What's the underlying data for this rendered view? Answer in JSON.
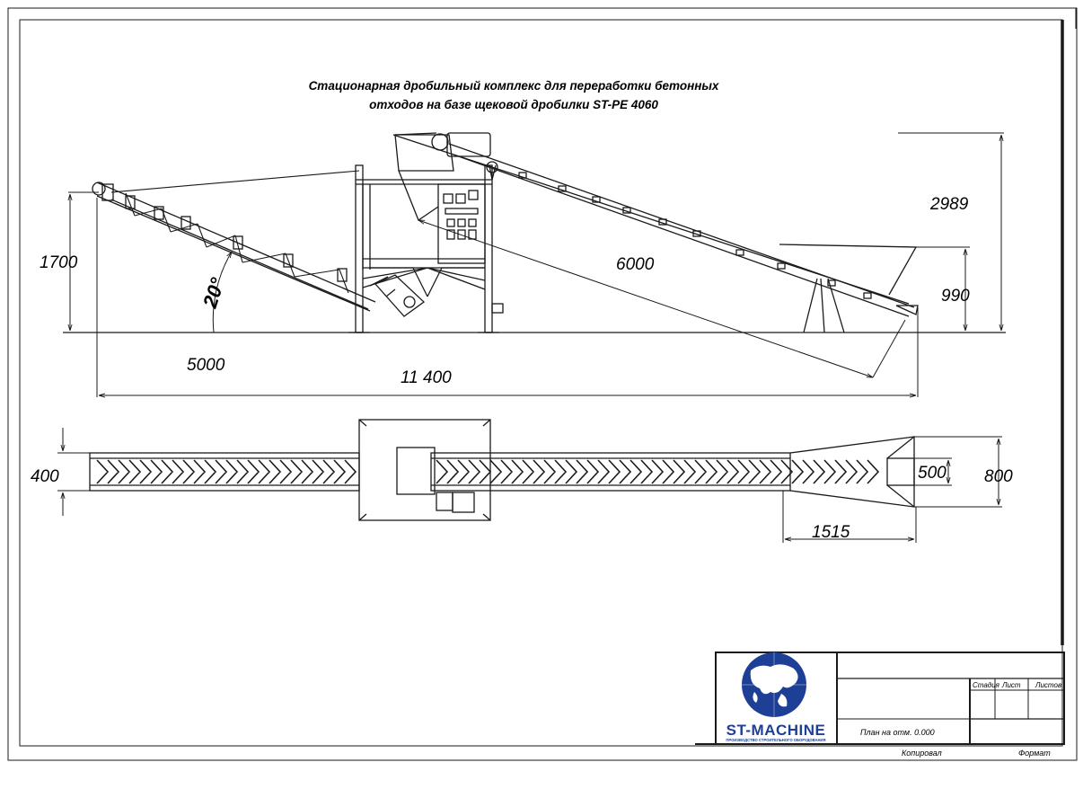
{
  "title": {
    "line1": "Стационарная дробильный комплекс для переработки бетонных",
    "line2": "отходов на базе щековой  дробилки ST-PE 4060"
  },
  "dimensions": {
    "feed_conveyor_height": "1700",
    "conveyor_angle": "20°",
    "feed_conveyor_length": "5000",
    "total_length": "11 400",
    "main_conveyor_length": "6000",
    "total_height": "2989",
    "hopper_height": "990",
    "belt_width": "400",
    "hopper_inner_width": "500",
    "hopper_outer_width": "800",
    "hopper_length": "1515"
  },
  "title_block": {
    "logo_name": "ST-MACHINE",
    "logo_tagline": "ПРОИЗВОДСТВО СТРОИТЕЛЬНОГО ОБОРУДОВАНИЯ",
    "sheet_title": "План на отм. 0.000",
    "col_stage": "Стадия",
    "col_sheet": "Лист",
    "col_sheets": "Листов",
    "copied_label": "Копировал",
    "format_label": "Формат"
  },
  "colors": {
    "line": "#1a1a1a",
    "logo_blue": "#1d3f95"
  }
}
